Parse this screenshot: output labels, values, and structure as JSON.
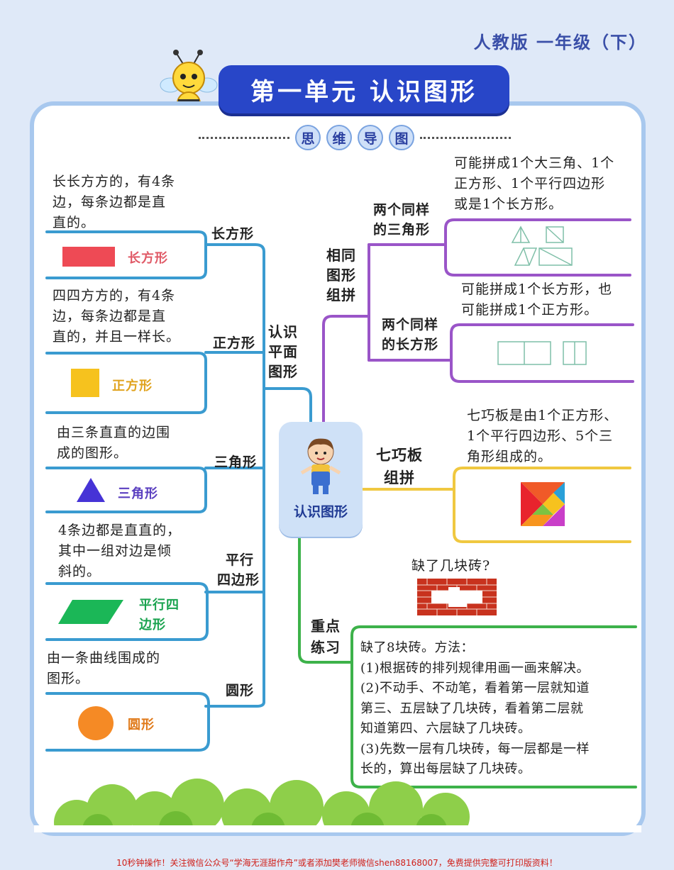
{
  "header": {
    "edition": "人教版 一年级（下）",
    "title": "第一单元  认识图形",
    "tag_chars": [
      "思",
      "维",
      "导",
      "图"
    ]
  },
  "center": {
    "label": "认识图形"
  },
  "left_branch": {
    "title": "认识平面图形",
    "title_lines": [
      "认识",
      "平面",
      "图形"
    ],
    "items": [
      {
        "name": "长方形",
        "desc": [
          "长长方方的，有4条",
          "边，每条边都是直",
          "直的。"
        ],
        "shape_label": "长方形",
        "color": "#ee4a55",
        "label_color": "#e05a67"
      },
      {
        "name": "正方形",
        "desc": [
          "四四方方的，有4条",
          "边，每条边都是直",
          "直的，并且一样长。"
        ],
        "shape_label": "正方形",
        "color": "#f6c21e",
        "label_color": "#e0a31e"
      },
      {
        "name": "三角形",
        "desc": [
          "由三条直直的边围",
          "成的图形。"
        ],
        "shape_label": "三角形",
        "color": "#4633d6",
        "label_color": "#5a3fc0"
      },
      {
        "name_lines": [
          "平行",
          "四边形"
        ],
        "desc": [
          "4条边都是直直的，",
          "其中一组对边是倾",
          "斜的。"
        ],
        "shape_label_lines": [
          "平行四",
          "边形"
        ],
        "color": "#1bb757",
        "label_color": "#1aa34f"
      },
      {
        "name": "圆形",
        "desc": [
          "由一条曲线围成的",
          "图形。"
        ],
        "shape_label": "圆形",
        "color": "#f58a25",
        "label_color": "#e07a1a"
      }
    ]
  },
  "right_branch": {
    "combine": {
      "title_lines": [
        "相同",
        "图形",
        "组拼"
      ],
      "triangles": {
        "label_lines": [
          "两个同样",
          "的三角形"
        ],
        "desc": [
          "可能拼成1个大三角、1个",
          "正方形、1个平行四边形",
          "或是1个长方形。"
        ]
      },
      "rectangles": {
        "label_lines": [
          "两个同样",
          "的长方形"
        ],
        "desc": [
          "可能拼成1个长方形，也",
          "可能拼成1个正方形。"
        ]
      }
    },
    "tangram": {
      "title_lines": [
        "七巧板",
        "组拼"
      ],
      "desc": [
        "七巧板是由1个正方形、",
        "1个平行四边形、5个三",
        "角形组成的。"
      ]
    },
    "practice": {
      "title_lines": [
        "重点",
        "练习"
      ],
      "question": "缺了几块砖?",
      "answer": [
        "缺了8块砖。方法：",
        "(1)根据砖的排列规律用画一画来解决。",
        "(2)不动手、不动笔，看着第一层就知道",
        "第三、五层缺了几块砖，看着第二层就",
        "知道第四、六层缺了几块砖。",
        "(3)先数一层有几块砖，每一层都是一样",
        "长的，算出每层缺了几块砖。"
      ]
    }
  },
  "footer": "10秒钟操作！关注微信公众号“学海无涯甜作舟”或者添加樊老师微信shen88168007，免费提供完整可打印版资料！",
  "colors": {
    "title_bg": "#2846c8",
    "left_line": "#3a9bd0",
    "purple_line": "#9a55c8",
    "yellow_line": "#f0c840",
    "green_line": "#3db24a"
  }
}
